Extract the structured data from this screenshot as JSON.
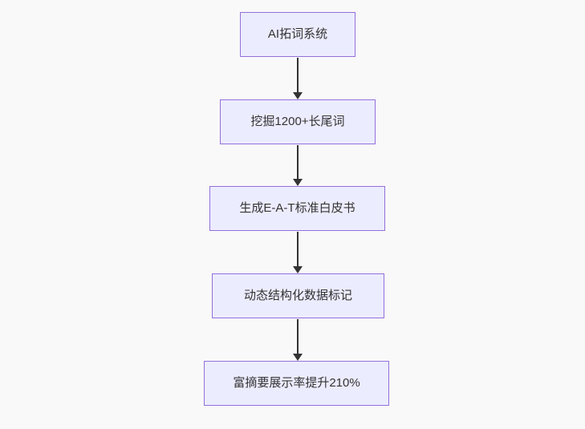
{
  "diagram": {
    "type": "flowchart",
    "direction": "top-down",
    "nodes": [
      {
        "id": "node-1",
        "label": "AI拓词系统"
      },
      {
        "id": "node-2",
        "label": "挖掘1200+长尾词"
      },
      {
        "id": "node-3",
        "label": "生成E-A-T标准白皮书"
      },
      {
        "id": "node-4",
        "label": "动态结构化数据标记"
      },
      {
        "id": "node-5",
        "label": "富摘要展示率提升210%"
      }
    ],
    "edges": [
      {
        "from": "node-1",
        "to": "node-2"
      },
      {
        "from": "node-2",
        "to": "node-3"
      },
      {
        "from": "node-3",
        "to": "node-4"
      },
      {
        "from": "node-4",
        "to": "node-5"
      }
    ]
  },
  "colors": {
    "background": "#f9f9f9",
    "node_fill": "#ECECFF",
    "node_border": "#9370DB",
    "node_text": "#333333",
    "arrow": "#333333"
  }
}
